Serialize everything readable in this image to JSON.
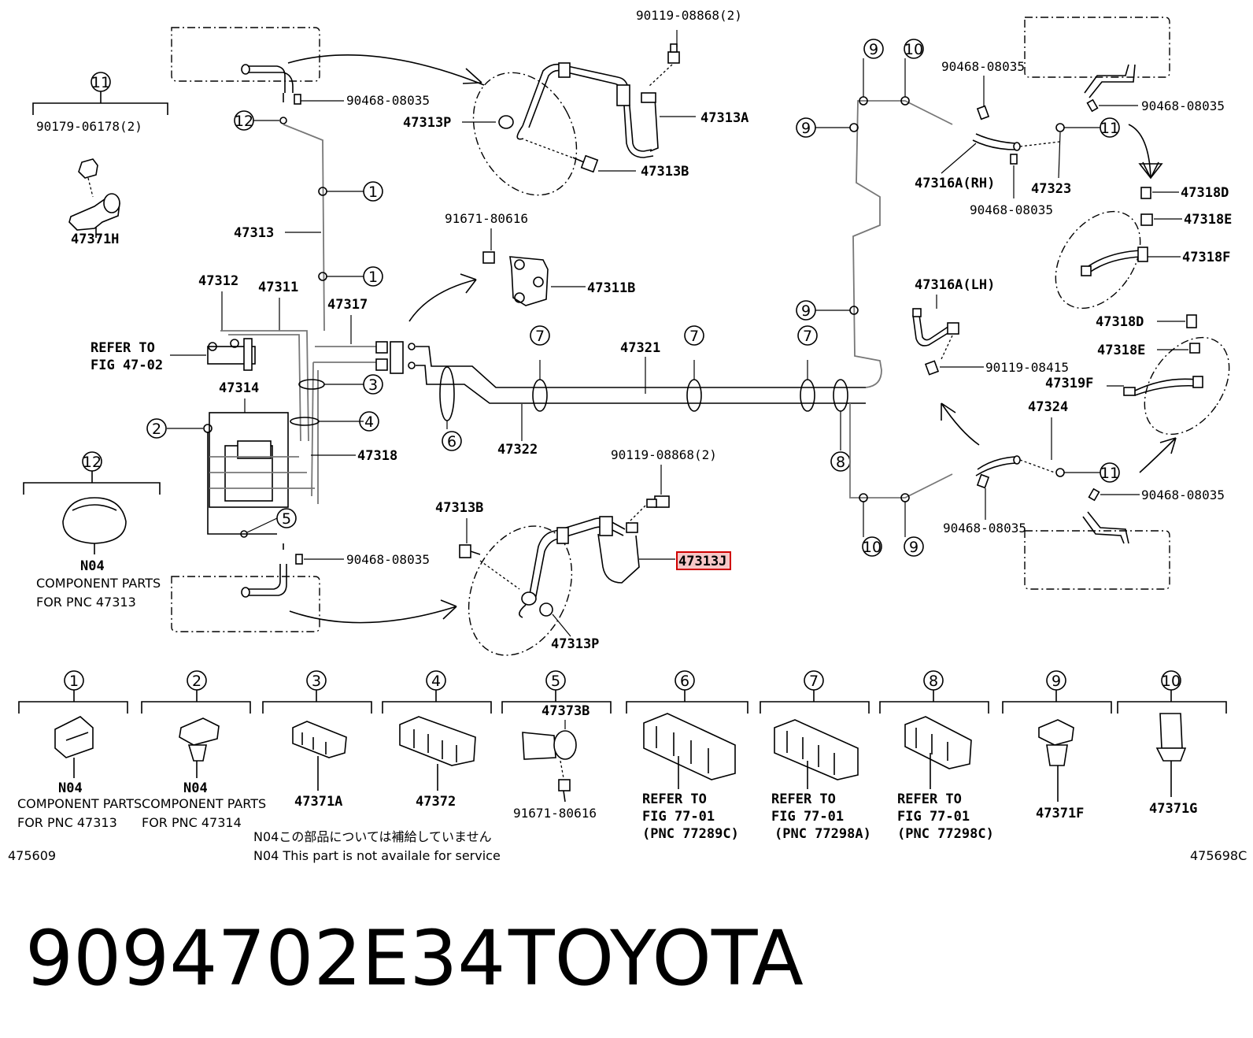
{
  "labels": {
    "p90119_08868_top": "90119-08868(2)",
    "p90468_08035_a": "90468-08035",
    "p47313P_top": "47313P",
    "p47313A": "47313A",
    "p47313B_top": "47313B",
    "p90179": "90179-06178(2)",
    "p47371H": "47371H",
    "p47313": "47313",
    "p91671_top": "91671-80616",
    "p47311B": "47311B",
    "p47312": "47312",
    "p47311": "47311",
    "p47317": "47317",
    "refer_fig4702_a": "REFER TO",
    "refer_fig4702_b": "FIG 47-02",
    "p47314": "47314",
    "p47321": "47321",
    "p47318": "47318",
    "p47322": "47322",
    "p90119_08868_bot": "90119-08868(2)",
    "p47313B_bot": "47313B",
    "p47313J": "47313J",
    "p90468_08035_b": "90468-08035",
    "p47313P_bot": "47313P",
    "n04_a": "N04",
    "n04_a_l1": "COMPONENT PARTS",
    "n04_a_l2": "FOR PNC 47313",
    "r_90468_a": "90468-08035",
    "r_90468_b": "90468-08035",
    "r_47316A_RH": "47316A(RH)",
    "r_47323": "47323",
    "r_90468_c": "90468-08035",
    "r_47318D_a": "47318D",
    "r_47318E_a": "47318E",
    "r_47318F": "47318F",
    "r_47316A_LH": "47316A(LH)",
    "r_90119_08415": "90119-08415",
    "r_47318D_b": "47318D",
    "r_47318E_b": "47318E",
    "r_47319F": "47319F",
    "r_47324": "47324",
    "r_90468_d": "90468-08035",
    "r_90468_e": "90468-08035"
  },
  "bottom_parts": {
    "b1_n04": "N04",
    "b1_l1": "COMPONENT PARTS",
    "b1_l2": "FOR PNC 47313",
    "b2_n04": "N04",
    "b2_l1": "COMPONENT PARTS",
    "b2_l2": "FOR PNC 47314",
    "b3": "47371A",
    "b4": "47372",
    "b5_top": "47373B",
    "b5_bot": "91671-80616",
    "b6_l1": "REFER TO",
    "b6_l2": "FIG 77-01",
    "b6_l3": "(PNC 77289C)",
    "b7_l1": "REFER TO",
    "b7_l2": "FIG 77-01",
    "b7_l3": "(PNC 77298A)",
    "b8_l1": "REFER TO",
    "b8_l2": "FIG 77-01",
    "b8_l3": "(PNC 77298C)",
    "b9": "47371F",
    "b10": "47371G"
  },
  "callouts": [
    "1",
    "2",
    "3",
    "4",
    "5",
    "6",
    "7",
    "8",
    "9",
    "10",
    "11",
    "12"
  ],
  "notes": {
    "jp": "N04この部品については補給していません",
    "en": "N04 This part is not availale for service",
    "code_left": "475609",
    "code_right": "475698C"
  },
  "footer": {
    "part_number": "9094702E34",
    "brand": "TOYOTA"
  },
  "colors": {
    "highlight_stroke": "#d00000",
    "highlight_fill": "#f6c7c7"
  }
}
